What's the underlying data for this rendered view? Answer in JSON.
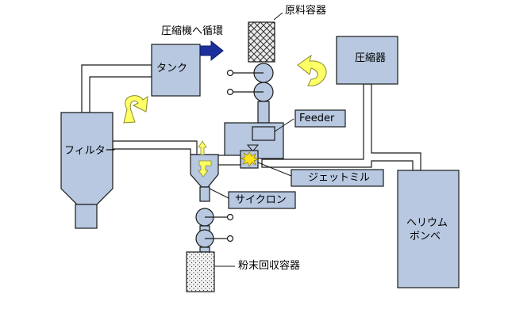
{
  "labels": {
    "compressor_return": "圧縮機へ循環",
    "raw_material": "原料容器",
    "tank": "タンク",
    "compressor": "圧縮器",
    "feeder": "Feeder",
    "filter": "フィルター",
    "jet_mill": "ジェットミル",
    "cyclone": "サイクロン",
    "helium_line1": "ヘリウム",
    "helium_line2": "ボンベ",
    "powder_collection": "粉末回収容器"
  },
  "colors": {
    "box_fill": "#b7c8e0",
    "box_stroke": "#1a1a1a",
    "pipe": "#1a1a1a",
    "arrow_blue": "#1c2f9c",
    "arrow_yellow": "#ffff66",
    "arrow_yellow_stroke": "#8a8a2a",
    "spark": "#ffe21a"
  }
}
